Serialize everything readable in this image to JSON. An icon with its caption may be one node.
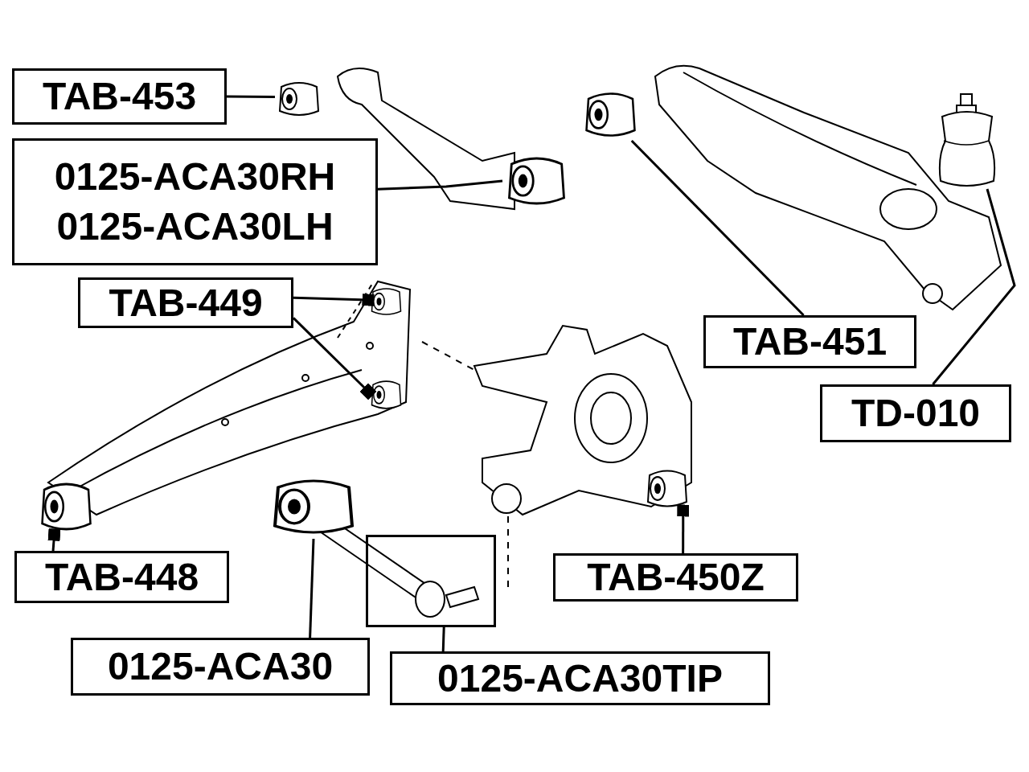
{
  "diagram": {
    "nodes": [
      {
        "text": [
          "TAB-453"
        ]
      },
      {
        "text": [],
        "shape": "picture"
      },
      {
        "text": [
          "0125-ACA30RH",
          "0125-ACA30LH"
        ]
      },
      {
        "text": [],
        "shape": "picture"
      },
      {
        "text": [
          "TAB-449"
        ]
      },
      {
        "text": [],
        "shape": "picture"
      },
      {
        "text": [],
        "shape": "picture"
      },
      {
        "text": [],
        "shape": "picture"
      },
      {
        "text": [
          "TAB-451"
        ]
      },
      {
        "text": [],
        "shape": "picture"
      },
      {
        "text": [
          "TD-010"
        ]
      },
      {
        "text": [],
        "shape": "picture"
      },
      {
        "text": [
          "TAB-448"
        ]
      },
      {
        "text": [
          "TAB-450Z"
        ]
      },
      {
        "text": [],
        "shape": "picture"
      },
      {
        "text": [],
        "shape": "picture"
      },
      {
        "text": [
          "0125-ACA30"
        ]
      },
      {
        "text": [],
        "shape": "box"
      },
      {
        "text": [
          "0125-ACA30TIP"
        ]
      }
    ],
    "edges": [
      {
        "from": 0,
        "to": 1,
        "arrow": "none"
      },
      {
        "from": 2,
        "to": 3,
        "arrow": "none"
      },
      {
        "from": 4,
        "to": 5,
        "arrow": "other"
      },
      {
        "from": 4,
        "to": 6,
        "arrow": "other"
      },
      {
        "from": 8,
        "to": 9,
        "arrow": "none"
      },
      {
        "from": 10,
        "to": 11,
        "arrow": "none"
      },
      {
        "from": 12,
        "to": 7,
        "arrow": "other"
      },
      {
        "from": 13,
        "to": 14,
        "arrow": "other"
      },
      {
        "from": 16,
        "to": 15,
        "arrow": "none"
      },
      {
        "from": 18,
        "to": 17,
        "arrow": "none"
      }
    ]
  }
}
